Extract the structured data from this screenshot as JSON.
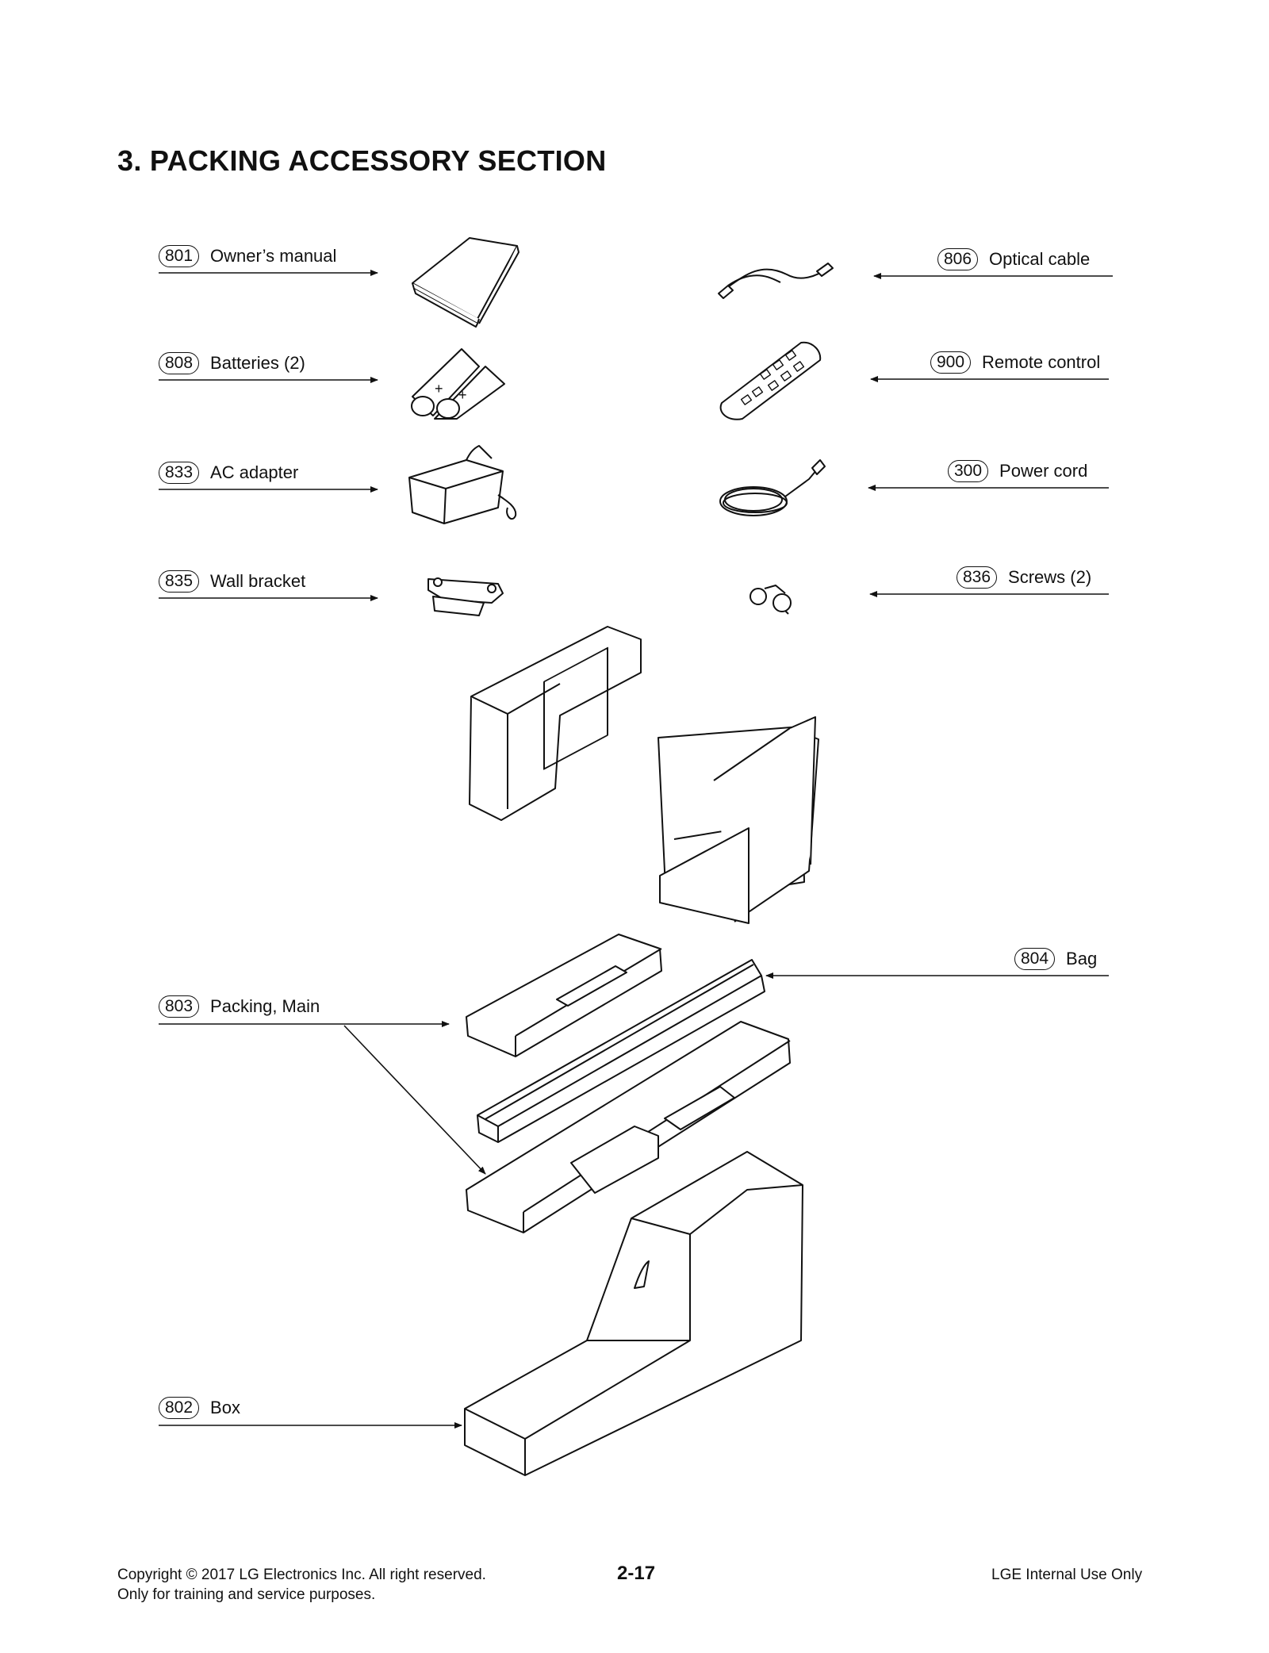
{
  "section_title": "3. PACKING ACCESSORY SECTION",
  "parts": [
    {
      "num": "801",
      "name": "Owner’s manual"
    },
    {
      "num": "808",
      "name": "Batteries (2)"
    },
    {
      "num": "833",
      "name": "AC adapter"
    },
    {
      "num": "835",
      "name": "Wall bracket"
    },
    {
      "num": "806",
      "name": "Optical cable"
    },
    {
      "num": "900",
      "name": "Remote control"
    },
    {
      "num": "300",
      "name": "Power cord"
    },
    {
      "num": "836",
      "name": "Screws (2)"
    },
    {
      "num": "804",
      "name": "Bag"
    },
    {
      "num": "803",
      "name": "Packing, Main"
    },
    {
      "num": "802",
      "name": "Box"
    }
  ],
  "footer": {
    "copyright": "Copyright © 2017 LG Electronics Inc. All right reserved.",
    "note": "Only for training and service purposes.",
    "page": "2-17",
    "internal": "LGE Internal Use Only"
  }
}
